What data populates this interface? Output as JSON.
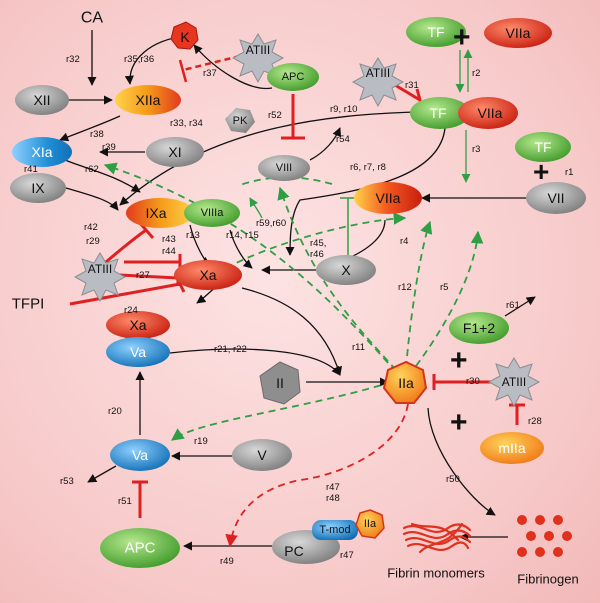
{
  "nodes": {
    "ca": "CA",
    "k": "K",
    "atiii": "ATIII",
    "xii": "XII",
    "xiia": "XIIa",
    "pk": "PK",
    "apc": "APC",
    "tf": "TF",
    "viia": "VIIa",
    "xia": "XIa",
    "xi": "XI",
    "viii": "VIII",
    "vii": "VII",
    "ix": "IX",
    "ixa": "IXa",
    "viiia": "VIIIa",
    "xa": "Xa",
    "x": "X",
    "tfpi": "TFPI",
    "va": "Va",
    "f12": "F1+2",
    "ii": "II",
    "iia": "IIa",
    "miia": "mIIa",
    "v": "V",
    "pc": "PC",
    "tmod": "T-mod",
    "fibrin": "Fibrin monomers",
    "fibrinogen": "Fibrinogen"
  },
  "reactions": {
    "r32": "r32",
    "r35_36": "r35,r36",
    "r37": "r37",
    "r33_34": "r33, r34",
    "r38": "r38",
    "r39": "r39",
    "r62": "r62",
    "r41": "r41",
    "r42": "r42",
    "r52": "r52",
    "r31": "r31",
    "r2": "r2",
    "r9_10": "r9, r10",
    "r54": "r54",
    "r6_8": "r6, r7, r8",
    "r3": "r3",
    "r1": "r1",
    "r43": "r43",
    "r13": "r13",
    "r14_15": "r14, r15",
    "r59_60": "r59,r60",
    "r29": "r29",
    "r44": "r44",
    "r27": "r27",
    "r24": "r24",
    "r45_46": "r45,\nr46",
    "r4": "r4",
    "r12": "r12",
    "r5": "r5",
    "r61": "r61",
    "r21_22": "r21, r22",
    "r11": "r11",
    "r30": "r30",
    "r28": "r28",
    "r20": "r20",
    "r19": "r19",
    "r53": "r53",
    "r47_48": "r47\nr48",
    "r47": "r47",
    "r50": "r50",
    "r51": "r51",
    "r49": "r49"
  },
  "symbols": {
    "plus": "+"
  },
  "colors": {
    "activation": "#111111",
    "inhibition": "#e02020",
    "feedback": "#2f9e44",
    "green_node": "#6cc04a",
    "red_node": "#e8351f",
    "blue_node": "#1f8fd6",
    "gray_node": "#9a9a9a",
    "orange_node": "#f4a21c"
  }
}
